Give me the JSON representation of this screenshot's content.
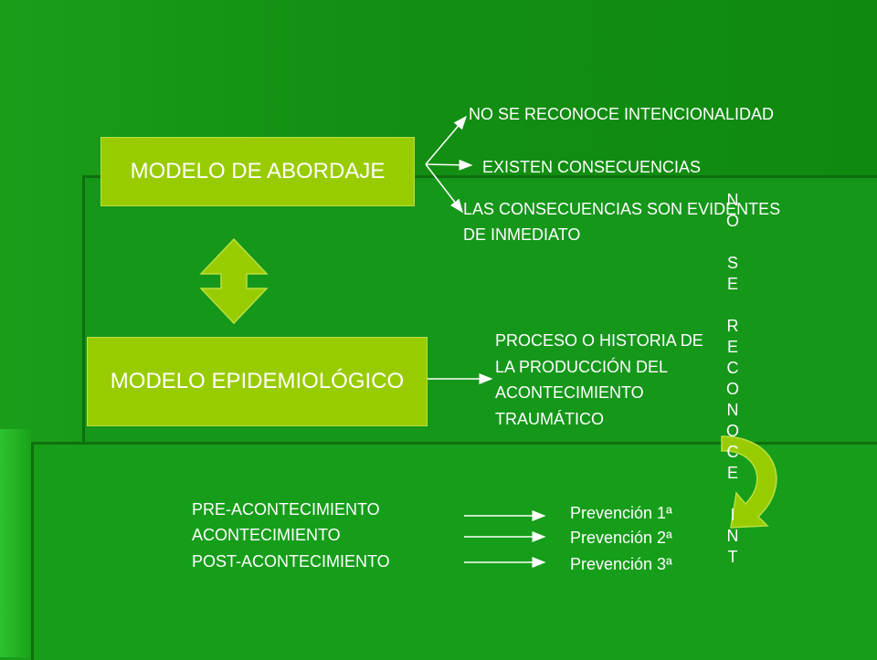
{
  "top_box": {
    "label": "MODELO DE ABORDAJE"
  },
  "bottom_box": {
    "label": "MODELO EPIDEMIOLÓGICO"
  },
  "top_branches": [
    "NO SE RECONOCE INTENCIONALIDAD",
    "EXISTEN CONSECUENCIAS",
    "LAS CONSECUENCIAS SON EVIDENTES",
    "DE INMEDIATO"
  ],
  "process_text": {
    "line1": "PROCESO O HISTORIA DE",
    "line2": "LA PRODUCCIÓN DEL",
    "line3": "ACONTECIMIENTO",
    "line4": "TRAUMÁTICO"
  },
  "phases": [
    "PRE-ACONTECIMIENTO",
    "ACONTECIMIENTO",
    "POST-ACONTECIMIENTO"
  ],
  "prevention": [
    "Prevención 1ª",
    "Prevención 2ª",
    "Prevención 3ª"
  ],
  "vertical_letters": [
    "N",
    "O",
    "",
    "S",
    "E",
    "",
    "R",
    "E",
    "C",
    "O",
    "N",
    "O",
    "C",
    "E",
    "",
    "I",
    "N",
    "T"
  ],
  "colors": {
    "box": "#99cc00",
    "background": "#138f13",
    "arrow_fill": "#99cc00"
  }
}
